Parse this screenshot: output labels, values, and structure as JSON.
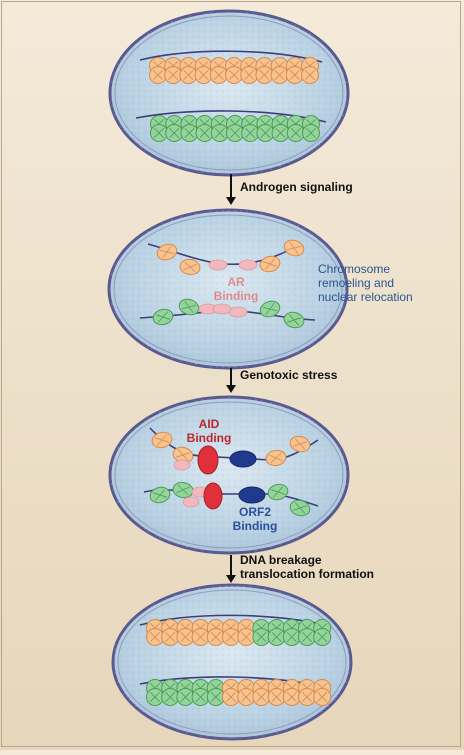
{
  "steps": [
    {
      "label": "Androgen signaling"
    },
    {
      "label": "Genotoxic stress"
    },
    {
      "label_line1": "DNA breakage",
      "label_line2": "translocation formation"
    }
  ],
  "annotations": {
    "chromosome_remodeling_line1": "Chromosome",
    "chromosome_remodeling_line2": "remoeling and",
    "chromosome_remodeling_line3": "nuclear relocation",
    "ar_binding_line1": "AR",
    "ar_binding_line2": "Binding",
    "aid_binding_line1": "AID",
    "aid_binding_line2": "Binding",
    "orf2_binding_line1": "ORF2",
    "orf2_binding_line2": "Binding"
  },
  "colors": {
    "orange_nucleosome": "#f6c391",
    "green_nucleosome": "#93d49b",
    "nucleus_fill": "#bcd4e4",
    "nucleus_border": "#5a5a90",
    "dna_strand": "#3b3f7a",
    "ar_pink": "#f2b8bc",
    "aid_red": "#e0303a",
    "orf2_blue": "#1f3a8f"
  }
}
